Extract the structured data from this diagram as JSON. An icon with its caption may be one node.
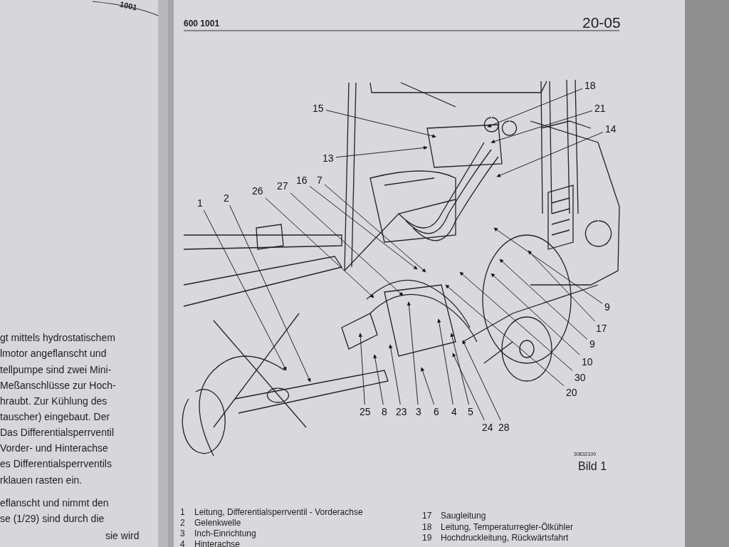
{
  "diagram": {
    "title": "Bild 1",
    "nodes": [
      {
        "text": [
          "18"
        ]
      },
      {
        "text": [
          "15"
        ]
      },
      {
        "text": [
          "21"
        ]
      },
      {
        "text": [
          "14"
        ]
      },
      {
        "text": [
          "13"
        ]
      },
      {
        "text": [
          "7"
        ]
      },
      {
        "text": [
          "16"
        ]
      },
      {
        "text": [
          "27"
        ]
      },
      {
        "text": [
          "26"
        ]
      },
      {
        "text": [
          "2"
        ]
      },
      {
        "text": [
          "1"
        ]
      },
      {
        "text": [
          "9"
        ]
      },
      {
        "text": [
          "17"
        ]
      },
      {
        "text": [
          "9"
        ]
      },
      {
        "text": [
          "10"
        ]
      },
      {
        "text": [
          "30"
        ]
      },
      {
        "text": [
          "20"
        ]
      },
      {
        "text": [
          "25"
        ]
      },
      {
        "text": [
          "8"
        ]
      },
      {
        "text": [
          "23"
        ]
      },
      {
        "text": [
          "3"
        ]
      },
      {
        "text": [
          "6"
        ]
      },
      {
        "text": [
          "4"
        ]
      },
      {
        "text": [
          "5"
        ]
      },
      {
        "text": [
          "24"
        ]
      },
      {
        "text": [
          "28"
        ]
      }
    ],
    "edges": [
      {
        "from": 0,
        "to": null,
        "arrow": "to"
      },
      {
        "from": 1,
        "to": null,
        "arrow": "to"
      },
      {
        "from": 2,
        "to": null,
        "arrow": "to"
      },
      {
        "from": 3,
        "to": null,
        "arrow": "to"
      },
      {
        "from": 4,
        "to": null,
        "arrow": "to"
      },
      {
        "from": 5,
        "to": null,
        "arrow": "to"
      },
      {
        "from": 6,
        "to": null,
        "arrow": "to"
      },
      {
        "from": 7,
        "to": null,
        "arrow": "to"
      },
      {
        "from": 8,
        "to": null,
        "arrow": "to"
      },
      {
        "from": 9,
        "to": null,
        "arrow": "to"
      },
      {
        "from": 10,
        "to": null,
        "arrow": "to"
      },
      {
        "from": 11,
        "to": null,
        "arrow": "to"
      },
      {
        "from": 12,
        "to": null,
        "arrow": "to"
      },
      {
        "from": 13,
        "to": null,
        "arrow": "to"
      },
      {
        "from": 14,
        "to": null,
        "arrow": "to"
      },
      {
        "from": 15,
        "to": null,
        "arrow": "to"
      },
      {
        "from": 16,
        "to": null,
        "arrow": "to"
      },
      {
        "from": 17,
        "to": null,
        "arrow": "to"
      },
      {
        "from": 18,
        "to": null,
        "arrow": "to"
      },
      {
        "from": 19,
        "to": null,
        "arrow": "to"
      },
      {
        "from": 20,
        "to": null,
        "arrow": "to"
      },
      {
        "from": 21,
        "to": null,
        "arrow": "to"
      },
      {
        "from": 22,
        "to": null,
        "arrow": "to"
      },
      {
        "from": 23,
        "to": null,
        "arrow": "to"
      },
      {
        "from": 24,
        "to": null,
        "arrow": "to"
      },
      {
        "from": 25,
        "to": null,
        "arrow": "to"
      }
    ],
    "labels": [
      "1001",
      "gt mittels hydrostatischem",
      "lmotor angeflanscht und",
      "tellpumpe sind zwei Mini-",
      "Meßanschlüsse zur Hoch-",
      "hraubt. Zur Kühlung des",
      "tauscher) eingebaut. Der",
      "Das Differentialsperrventil",
      "Vorder- und Hinterachse",
      "es Differentialsperrventils",
      "rklauen rasten ein.",
      "eflanscht und nimmt den",
      "se (1/29) sind durch die",
      "sie wird",
      "600 1001",
      "20-05",
      "30832100",
      "1",
      "Leitung, Differentialsperrventil - Vorderachse",
      "2",
      "Gelenkwelle",
      "3",
      "Inch-Einrichtung",
      "4",
      "Hinterachse",
      "17",
      "Saugleitung",
      "18",
      "Leitung, Temperaturregler-Ölkühler",
      "19",
      "Hochdruckleitung, Rückwärtsfahrt"
    ]
  }
}
